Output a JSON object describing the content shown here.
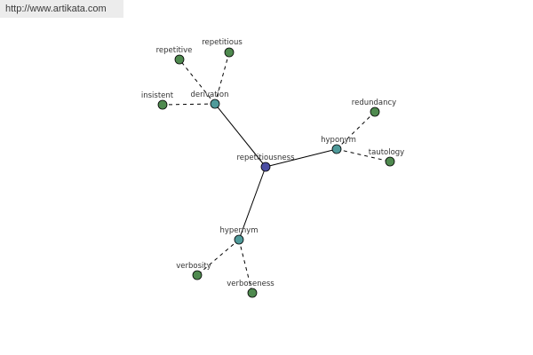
{
  "watermark": {
    "text": "http://www.artikata.com"
  },
  "colors": {
    "root": "#4b4ea3",
    "relation": "#4f9a9a",
    "leaf": "#4f8a4f"
  },
  "diagram": {
    "nodes": [
      {
        "id": "repetitiousness",
        "label": "repetitiousness",
        "kind": "root"
      },
      {
        "id": "derivation",
        "label": "derivation",
        "kind": "relation"
      },
      {
        "id": "hyponym",
        "label": "hyponym",
        "kind": "relation"
      },
      {
        "id": "hypernym",
        "label": "hypernym",
        "kind": "relation"
      },
      {
        "id": "repetitive",
        "label": "repetitive",
        "kind": "leaf"
      },
      {
        "id": "repetitious",
        "label": "repetitious",
        "kind": "leaf"
      },
      {
        "id": "insistent",
        "label": "insistent",
        "kind": "leaf"
      },
      {
        "id": "redundancy",
        "label": "redundancy",
        "kind": "leaf"
      },
      {
        "id": "tautology",
        "label": "tautology",
        "kind": "leaf"
      },
      {
        "id": "verbosity",
        "label": "verbosity",
        "kind": "leaf"
      },
      {
        "id": "verboseness",
        "label": "verboseness",
        "kind": "leaf"
      }
    ],
    "edges": [
      {
        "from": "repetitiousness",
        "to": "derivation",
        "style": "solid"
      },
      {
        "from": "repetitiousness",
        "to": "hyponym",
        "style": "solid"
      },
      {
        "from": "repetitiousness",
        "to": "hypernym",
        "style": "solid"
      },
      {
        "from": "derivation",
        "to": "repetitive",
        "style": "dashed"
      },
      {
        "from": "derivation",
        "to": "repetitious",
        "style": "dashed"
      },
      {
        "from": "derivation",
        "to": "insistent",
        "style": "dashed"
      },
      {
        "from": "hyponym",
        "to": "redundancy",
        "style": "dashed"
      },
      {
        "from": "hyponym",
        "to": "tautology",
        "style": "dashed"
      },
      {
        "from": "hypernym",
        "to": "verbosity",
        "style": "dashed"
      },
      {
        "from": "hypernym",
        "to": "verboseness",
        "style": "dashed"
      }
    ]
  }
}
